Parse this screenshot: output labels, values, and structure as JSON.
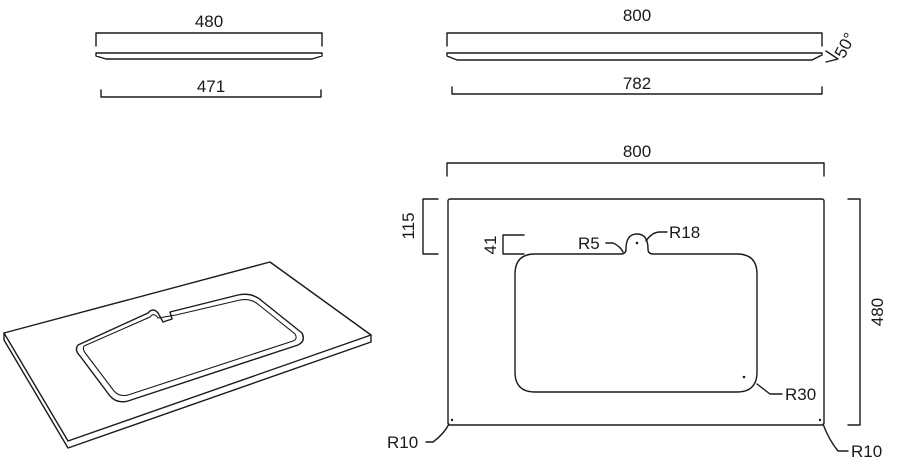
{
  "dimensions": {
    "top_left_width": "480",
    "top_left_bottom": "471",
    "top_right_width": "800",
    "top_right_bottom": "782",
    "angle": "50°",
    "plan_width": "800",
    "plan_height": "480",
    "basin_offset": "115",
    "notch_depth": "41"
  },
  "radii": {
    "r5": "R5",
    "r18": "R18",
    "r30": "R30",
    "r10_left": "R10",
    "r10_right": "R10"
  },
  "colors": {
    "line": "#1a1a1a",
    "background": "#ffffff"
  }
}
